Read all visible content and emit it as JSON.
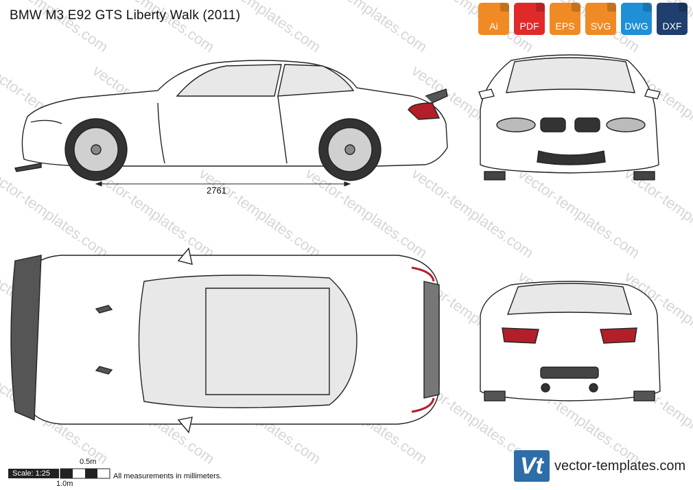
{
  "title": "BMW M3 E92 GTS Liberty Walk (2011)",
  "formats": [
    {
      "label": "Ai",
      "color": "#f08a24"
    },
    {
      "label": "PDF",
      "color": "#e02a2a"
    },
    {
      "label": "EPS",
      "color": "#f08a24"
    },
    {
      "label": "SVG",
      "color": "#f08a24"
    },
    {
      "label": "DWG",
      "color": "#1f8fd6"
    },
    {
      "label": "DXF",
      "color": "#1f3f6e"
    }
  ],
  "watermark_text": "vector-templates.com",
  "wheelbase_label": "2761",
  "scale": {
    "label": "Scale: 1:25",
    "half_meter": "0.5m",
    "one_meter": "1.0m"
  },
  "note": "All measurements in millimeters.",
  "logo": {
    "letters": "Vt",
    "site": "vector-templates.com"
  }
}
